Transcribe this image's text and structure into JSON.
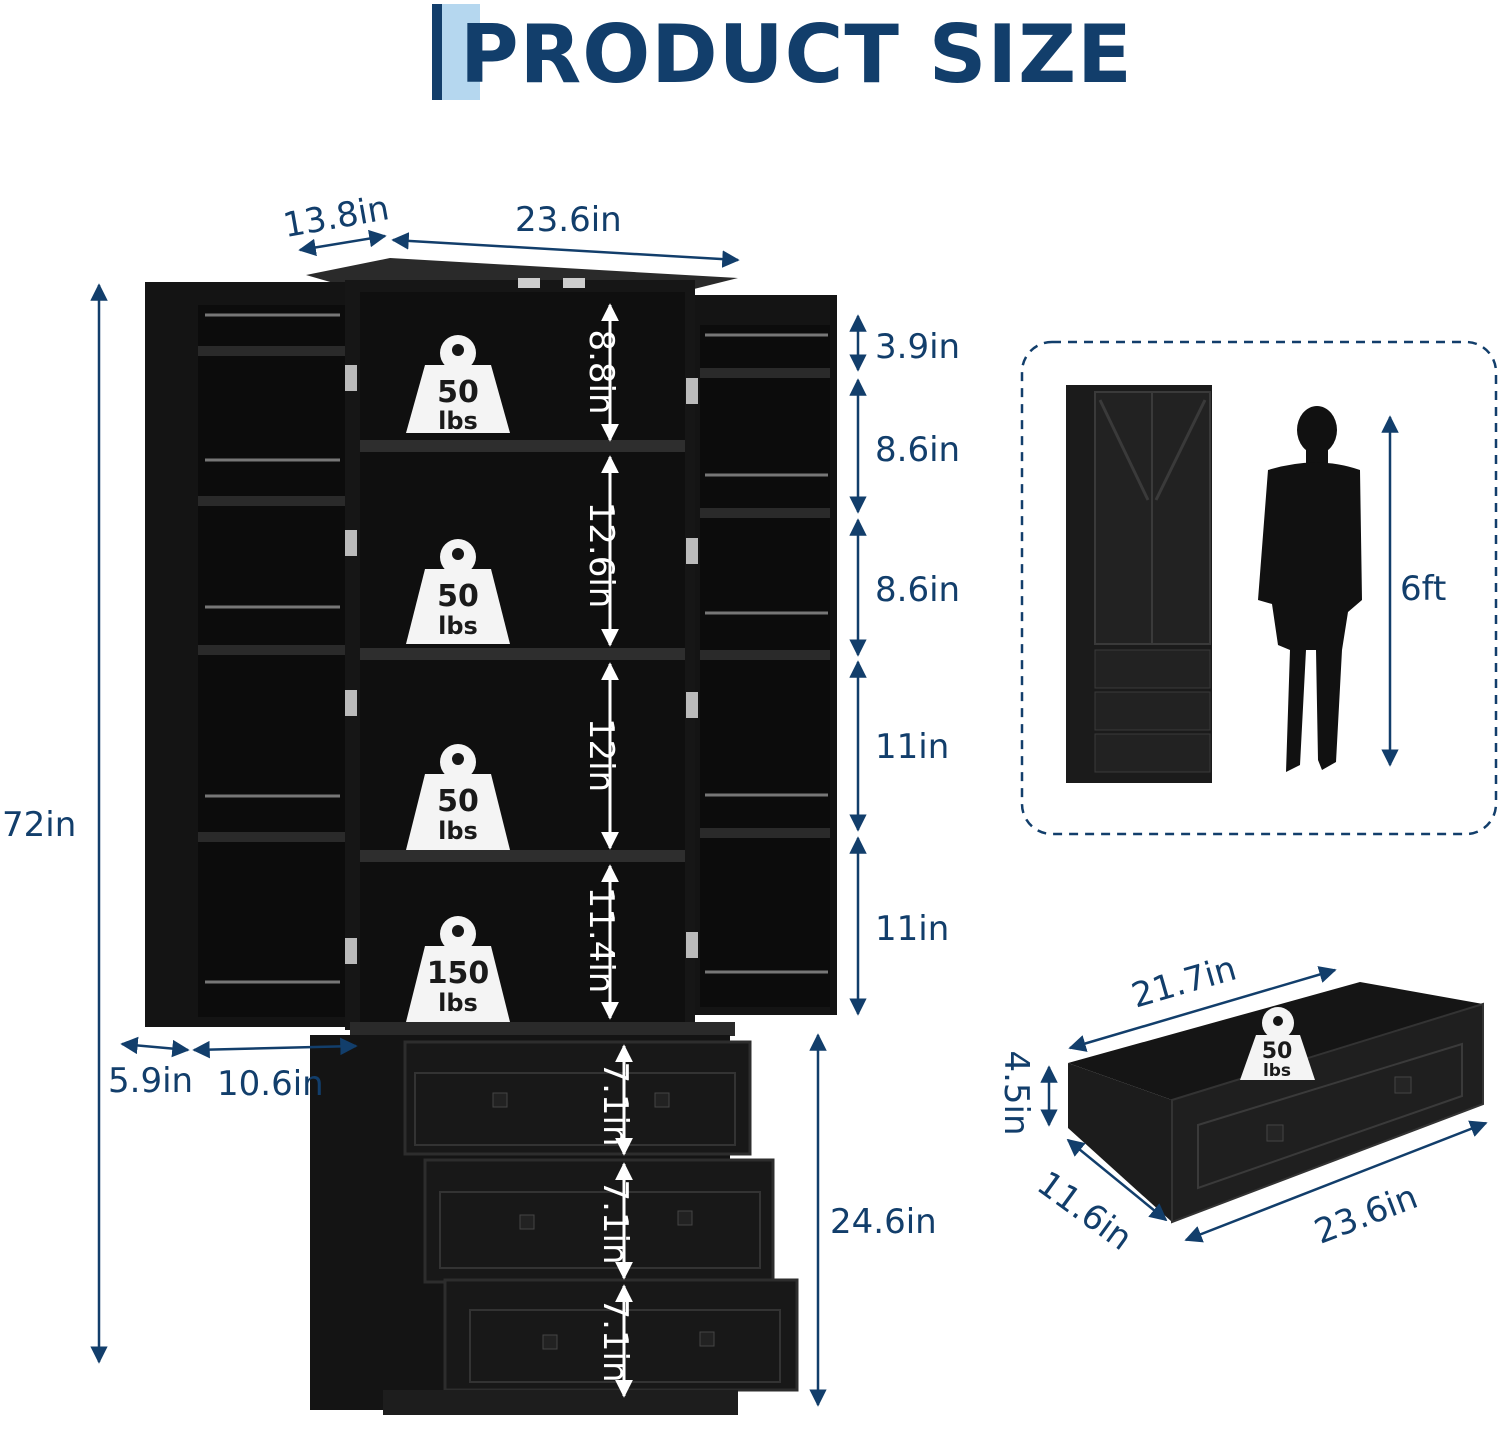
{
  "title": "PRODUCT SIZE",
  "colors": {
    "accent": "#123e6b",
    "accent_light": "#b5d7ef",
    "cabinet": "#151515",
    "weight_badge": "#f4f4f4"
  },
  "cabinet_dimensions": {
    "depth": "13.8in",
    "width": "23.6in",
    "height": "72in",
    "door_depth_outer": "5.9in",
    "door_depth_inner": "10.6in",
    "lower_height": "24.6in"
  },
  "inner_shelves": [
    {
      "height": "8.8in",
      "weight": "50",
      "unit": "lbs"
    },
    {
      "height": "12.6in",
      "weight": "50",
      "unit": "lbs"
    },
    {
      "height": "12in",
      "weight": "50",
      "unit": "lbs"
    },
    {
      "height": "11.4in",
      "weight": "150",
      "unit": "lbs"
    }
  ],
  "door_shelves": [
    "3.9in",
    "8.6in",
    "8.6in",
    "11in",
    "11in"
  ],
  "drawers": [
    "7.1in",
    "7.1in",
    "7.1in"
  ],
  "scale_comparison": {
    "height": "6ft"
  },
  "drawer_detail": {
    "length": "21.7in",
    "height": "4.5in",
    "depth": "11.6in",
    "front_width": "23.6in",
    "weight": "50",
    "unit": "lbs"
  }
}
